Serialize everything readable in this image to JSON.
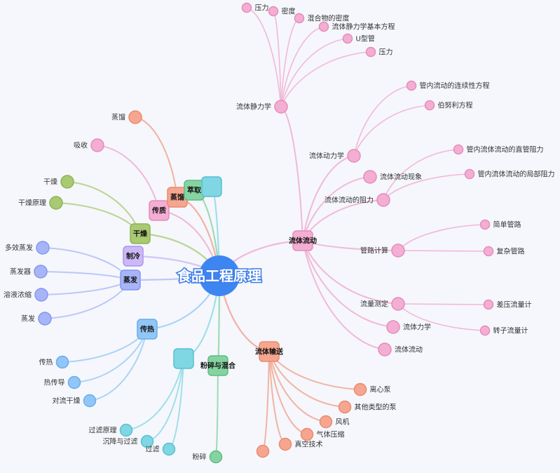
{
  "root": {
    "label": "食品工程原理",
    "color": "#3d86f2"
  },
  "branches": [
    {
      "label": "流体流动",
      "color": "#f4aed3",
      "stroke": "#e58bbb",
      "edge": "#f2b9d6",
      "children": [
        {
          "label": "流体静力学",
          "children": [
            {
              "label": "压力"
            },
            {
              "label": "密度"
            },
            {
              "label": "混合物的密度"
            },
            {
              "label": "流体静力学基本方程"
            },
            {
              "label": "U型管"
            },
            {
              "label": "压力"
            }
          ]
        },
        {
          "label": "流体动力学",
          "children": [
            {
              "label": "管内流动的连续性方程"
            },
            {
              "label": "伯努利方程"
            }
          ]
        },
        {
          "label": "流体流动现象",
          "children": []
        },
        {
          "label": "流体流动的阻力",
          "children": [
            {
              "label": "管内流体流动的直管阻力"
            },
            {
              "label": "管内流体流动的局部阻力"
            }
          ]
        },
        {
          "label": "管路计算",
          "children": [
            {
              "label": "简单管路"
            },
            {
              "label": "复杂管路"
            }
          ]
        },
        {
          "label": "流量测定",
          "children": [
            {
              "label": "差压流量计"
            },
            {
              "label": "转子流量计"
            }
          ]
        },
        {
          "label": "流体力学",
          "children": []
        },
        {
          "label": "流体流动",
          "children": []
        }
      ]
    },
    {
      "label": "流体输送",
      "color": "#f6a68f",
      "stroke": "#ea8a70",
      "edge": "#f2b3a2",
      "children": [
        {
          "label": "离心泵"
        },
        {
          "label": "其他类型的泵"
        },
        {
          "label": "风机"
        },
        {
          "label": "气体压缩"
        },
        {
          "label": "真空技术"
        },
        {
          "label": ""
        }
      ]
    },
    {
      "label": "粉碎与混合",
      "color": "#86d3a2",
      "stroke": "#5fbb82",
      "edge": "#9fdab4",
      "children": [
        {
          "label": "粉碎"
        }
      ]
    },
    {
      "label": "",
      "color": "#80d6e3",
      "stroke": "#55c1d2",
      "edge": "#9fdfe9",
      "children": [
        {
          "label": "过滤原理"
        },
        {
          "label": "沉降与过滤"
        },
        {
          "label": "过滤"
        }
      ]
    },
    {
      "label": "传热",
      "color": "#91c6f6",
      "stroke": "#66aeee",
      "edge": "#acd3f6",
      "children": [
        {
          "label": "传热"
        },
        {
          "label": "热传导"
        },
        {
          "label": "对流干燥"
        }
      ]
    },
    {
      "label": "蒸发",
      "color": "#a7b5f8",
      "stroke": "#8397f0",
      "edge": "#bcc7f8",
      "children": [
        {
          "label": "多效蒸发"
        },
        {
          "label": "蒸发器"
        },
        {
          "label": "溶液浓缩"
        },
        {
          "label": "蒸发"
        }
      ]
    },
    {
      "label": "制冷",
      "color": "#cbb8f6",
      "stroke": "#ad95ee",
      "edge": "#d3c4f6",
      "children": []
    },
    {
      "label": "干燥",
      "color": "#a9c972",
      "stroke": "#8db453",
      "edge": "#bcd493",
      "children": [
        {
          "label": "干燥"
        },
        {
          "label": "干燥原理"
        }
      ]
    },
    {
      "label": "传质",
      "color": "#f4aed3",
      "stroke": "#e58bbb",
      "edge": "#f2b9d6",
      "children": [
        {
          "label": "吸收"
        }
      ]
    },
    {
      "label": "蒸馏",
      "color": "#f6a68f",
      "stroke": "#ea8a70",
      "edge": "#f2b3a2",
      "children": [
        {
          "label": "蒸馏"
        }
      ]
    },
    {
      "label": "萃取",
      "color": "#86d3a2",
      "stroke": "#5fbb82",
      "edge": "#9fdab4",
      "children": []
    },
    {
      "label": "",
      "color": "#80d6e3",
      "stroke": "#55c1d2",
      "edge": "#9fdfe9",
      "children": []
    }
  ]
}
